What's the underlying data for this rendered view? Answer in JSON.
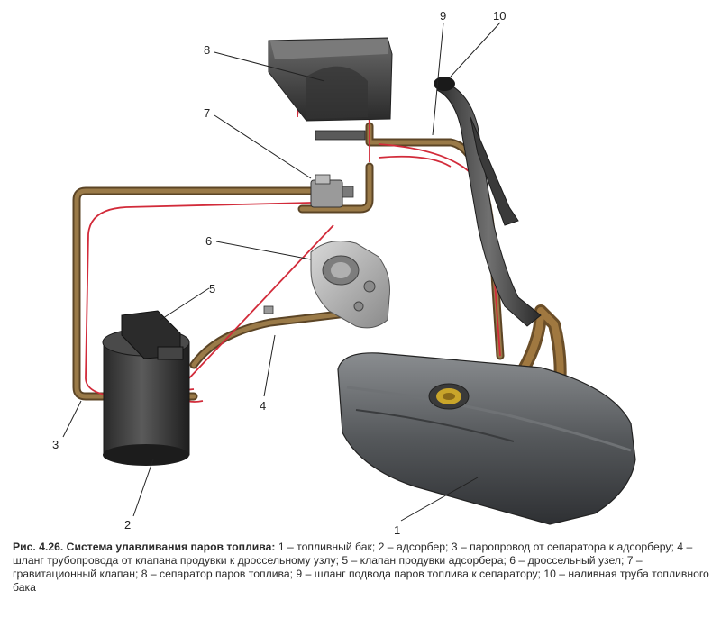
{
  "labels": {
    "n1": "1",
    "n2": "2",
    "n3": "3",
    "n4": "4",
    "n5": "5",
    "n6": "6",
    "n7": "7",
    "n8": "8",
    "n9": "9",
    "n10": "10"
  },
  "caption": {
    "title": "Рис. 4.26. Система улавливания паров топлива:",
    "text": " 1 – топливный бак; 2 – адсорбер; 3 – паропровод от сепаратора к адсорберу; 4 – шланг трубопровода от клапана продувки к дроссельному узлу; 5 – клапан продувки адсорбера; 6 – дроссельный узел; 7 – гравитационный клапан; 8 – сепаратор паров топлива; 9 – шланг подвода паров топлива к сепаратору; 10 – наливная труба топливного бака"
  },
  "colors": {
    "hose": "#8a6a3c",
    "red_line": "#d22b3a",
    "canister": "#3a3a3a",
    "tank": "#55585b",
    "separator": "#4a4a4a",
    "throttle": "#b8b8b8"
  }
}
